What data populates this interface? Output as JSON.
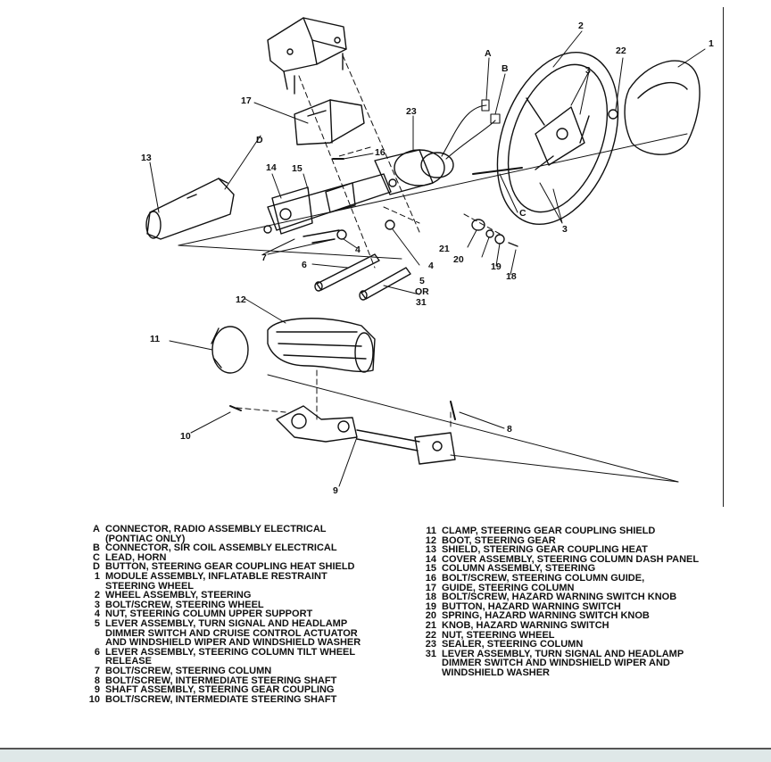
{
  "callouts": {
    "A": "A",
    "B": "B",
    "C": "C",
    "D": "D",
    "n1": "1",
    "n2": "2",
    "n3a": "3",
    "n3b": "3",
    "n4a": "4",
    "n4b": "4",
    "n5": "5",
    "or": "OR",
    "n31": "31",
    "n6": "6",
    "n7": "7",
    "n8": "8",
    "n9": "9",
    "n10": "10",
    "n11": "11",
    "n12": "12",
    "n13": "13",
    "n14": "14",
    "n15": "15",
    "n16": "16",
    "n17": "17",
    "n18": "18",
    "n19": "19",
    "n20": "20",
    "n21": "21",
    "n22": "22",
    "n23": "23"
  },
  "legend_left": [
    {
      "key": "A",
      "text": "CONNECTOR, RADIO ASSEMBLY ELECTRICAL\n(PONTIAC ONLY)"
    },
    {
      "key": "B",
      "text": "CONNECTOR, SIR COIL ASSEMBLY ELECTRICAL"
    },
    {
      "key": "C",
      "text": "LEAD, HORN"
    },
    {
      "key": "D",
      "text": "BUTTON, STEERING GEAR COUPLING HEAT SHIELD"
    },
    {
      "key": "1",
      "text": "MODULE ASSEMBLY, INFLATABLE RESTRAINT\nSTEERING WHEEL"
    },
    {
      "key": "2",
      "text": "WHEEL ASSEMBLY, STEERING"
    },
    {
      "key": "3",
      "text": "BOLT/SCREW, STEERING WHEEL"
    },
    {
      "key": "4",
      "text": "NUT, STEERING COLUMN UPPER SUPPORT"
    },
    {
      "key": "5",
      "text": "LEVER ASSEMBLY, TURN SIGNAL AND HEADLAMP\nDIMMER SWITCH AND CRUISE CONTROL ACTUATOR\nAND WINDSHIELD WIPER AND WINDSHIELD WASHER"
    },
    {
      "key": "6",
      "text": "LEVER ASSEMBLY, STEERING COLUMN TILT WHEEL\nRELEASE"
    },
    {
      "key": "7",
      "text": "BOLT/SCREW, STEERING COLUMN"
    },
    {
      "key": "8",
      "text": "BOLT/SCREW, INTERMEDIATE STEERING SHAFT"
    },
    {
      "key": "9",
      "text": "SHAFT ASSEMBLY, STEERING GEAR COUPLING"
    },
    {
      "key": "10",
      "text": "BOLT/SCREW, INTERMEDIATE STEERING SHAFT"
    }
  ],
  "legend_right": [
    {
      "key": "11",
      "text": "CLAMP, STEERING GEAR COUPLING SHIELD"
    },
    {
      "key": "12",
      "text": "BOOT, STEERING GEAR"
    },
    {
      "key": "13",
      "text": "SHIELD, STEERING GEAR COUPLING HEAT"
    },
    {
      "key": "14",
      "text": "COVER ASSEMBLY, STEERING COLUMN DASH PANEL"
    },
    {
      "key": "15",
      "text": "COLUMN ASSEMBLY, STEERING"
    },
    {
      "key": "16",
      "text": "BOLT/SCREW, STEERING COLUMN GUIDE,"
    },
    {
      "key": "17",
      "text": "GUIDE, STEERING COLUMN"
    },
    {
      "key": "18",
      "text": "BOLT/SCREW, HAZARD WARNING SWITCH KNOB"
    },
    {
      "key": "19",
      "text": "BUTTON, HAZARD WARNING SWITCH"
    },
    {
      "key": "20",
      "text": "SPRING, HAZARD WARNING SWITCH KNOB"
    },
    {
      "key": "21",
      "text": "KNOB, HAZARD WARNING SWITCH"
    },
    {
      "key": "22",
      "text": "NUT, STEERING WHEEL"
    },
    {
      "key": "23",
      "text": "SEALER, STEERING COLUMN"
    },
    {
      "key": "31",
      "text": "LEVER ASSEMBLY, TURN SIGNAL AND HEADLAMP\nDIMMER SWITCH AND WINDSHIELD WIPER AND\nWINDSHIELD WASHER"
    }
  ]
}
